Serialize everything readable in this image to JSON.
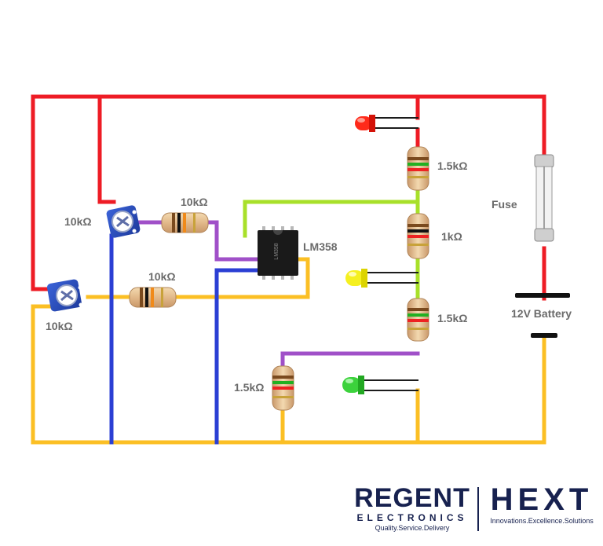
{
  "components": {
    "pot_upper": "10kΩ",
    "pot_lower": "10kΩ",
    "resistor_upper": "10kΩ",
    "resistor_lower": "10kΩ",
    "opamp": "LM358",
    "r_top": "1.5kΩ",
    "r_mid": "1kΩ",
    "r_bottom": "1.5kΩ",
    "r_green": "1.5kΩ",
    "fuse": "Fuse",
    "battery": "12V Battery"
  },
  "logo": {
    "regent_name": "REGENT",
    "regent_sub": "ELECTRONICS",
    "regent_tagline": "Quality.Service.Delivery",
    "hext_name": "HEXT",
    "hext_tagline": "Innovations.Excellence.Solutions"
  },
  "colors": {
    "wire_red": "#ee1c25",
    "wire_yellow": "#fbbf24",
    "wire_blue": "#2b3fd4",
    "wire_purple": "#a050c8",
    "wire_lime": "#a8e02a",
    "led_red": "#ff2a1a",
    "led_yellow": "#f5f020",
    "led_green": "#3cd23c",
    "brand_navy": "#17214f"
  }
}
